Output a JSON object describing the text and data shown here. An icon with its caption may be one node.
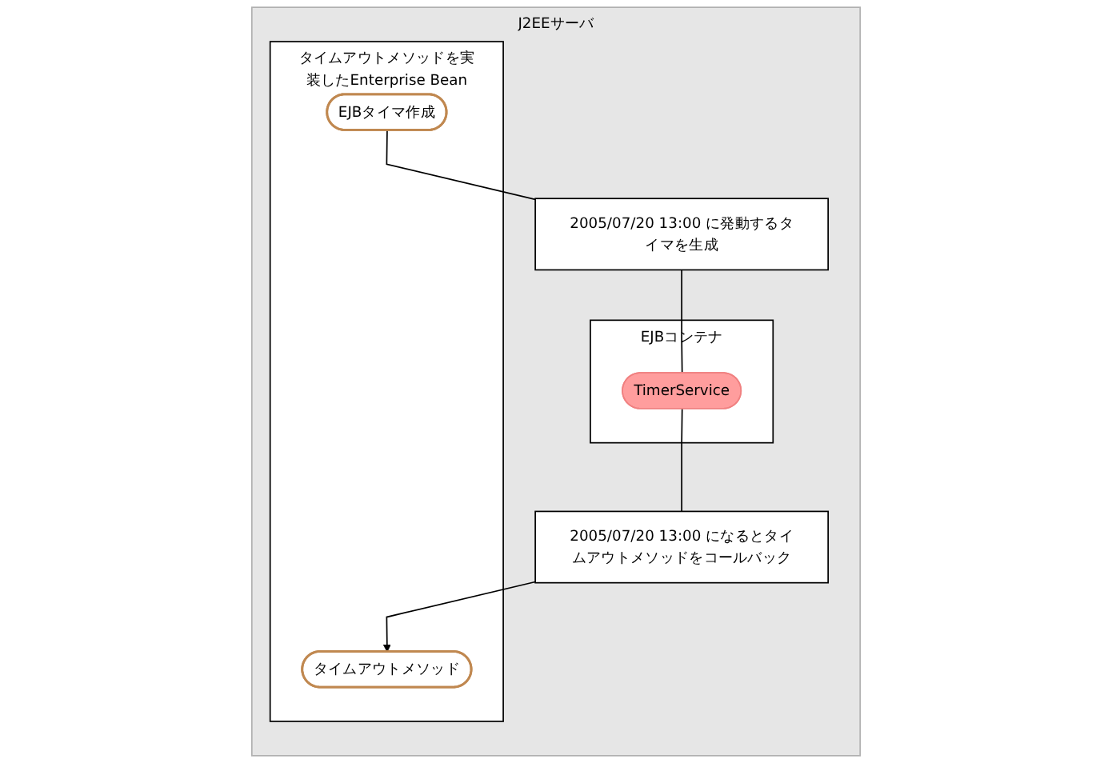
{
  "diagram": {
    "nodes": [
      {
        "text": [
          "J2EEサーバ"
        ]
      },
      {
        "text": [
          "2005/07/20 13:00 に発動するタイマを生成"
        ],
        "in": 0
      },
      {
        "text": [
          "タイムアウトメソッドを実装したEnterprise Bean"
        ],
        "in": 0
      },
      {
        "text": [
          "EJBタイマ作成"
        ],
        "in": 2
      },
      {
        "text": [
          "タイムアウトメソッド"
        ],
        "in": 2
      },
      {
        "text": [
          "EJBコンテナ"
        ],
        "in": 0
      },
      {
        "text": [
          "TimerService"
        ],
        "in": 5
      },
      {
        "text": [
          "2005/07/20 13:00 になるとタイムアウトメソッドをコールバック"
        ],
        "in": 0
      }
    ],
    "edges": [
      {
        "from": 3,
        "to": 1,
        "arrow": "none"
      },
      {
        "from": 1,
        "to": 6,
        "arrow": "none"
      },
      {
        "from": 6,
        "to": 7,
        "arrow": "none"
      },
      {
        "from": 7,
        "to": 4,
        "arrow": "to"
      }
    ]
  }
}
